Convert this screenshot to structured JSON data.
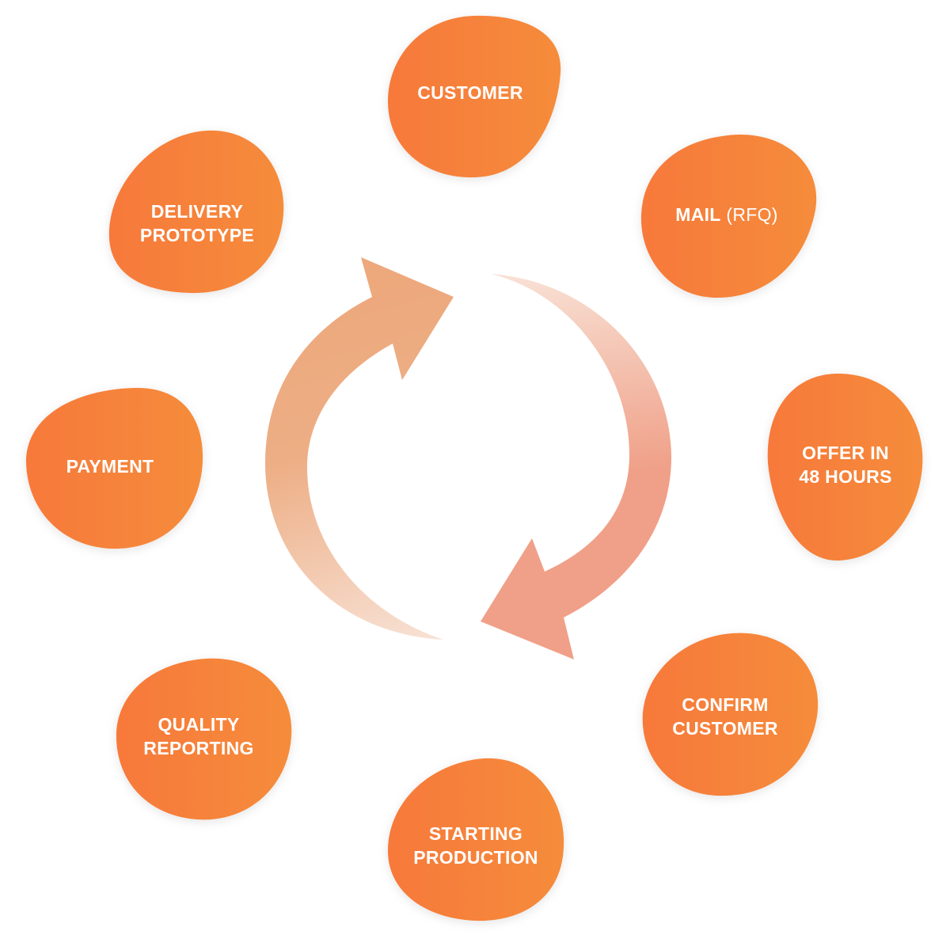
{
  "colors": {
    "blob_start": "#F7793A",
    "blob_end": "#F58C3A",
    "label": "#FFFFFF",
    "arrow_left_top": "#EDA77A",
    "arrow_left_bottom": "#F8E2D6",
    "arrow_right_top": "#F8E2D6",
    "arrow_right_bottom": "#F0A088"
  },
  "cycle_icon": "circular-refresh-arrows-icon",
  "nodes": [
    {
      "id": "customer",
      "lines": [
        "CUSTOMER"
      ]
    },
    {
      "id": "mail",
      "lines": [
        "MAIL"
      ],
      "suffix": " (RFQ)"
    },
    {
      "id": "offer",
      "lines": [
        "OFFER IN",
        "48 HOURS"
      ]
    },
    {
      "id": "confirm",
      "lines": [
        "CONFIRM",
        "CUSTOMER"
      ]
    },
    {
      "id": "starting",
      "lines": [
        "STARTING",
        "PRODUCTION"
      ]
    },
    {
      "id": "quality",
      "lines": [
        "QUALITY",
        "REPORTING"
      ]
    },
    {
      "id": "payment",
      "lines": [
        "PAYMENT"
      ]
    },
    {
      "id": "delivery",
      "lines": [
        "DELIVERY",
        "PROTOTYPE"
      ]
    }
  ]
}
